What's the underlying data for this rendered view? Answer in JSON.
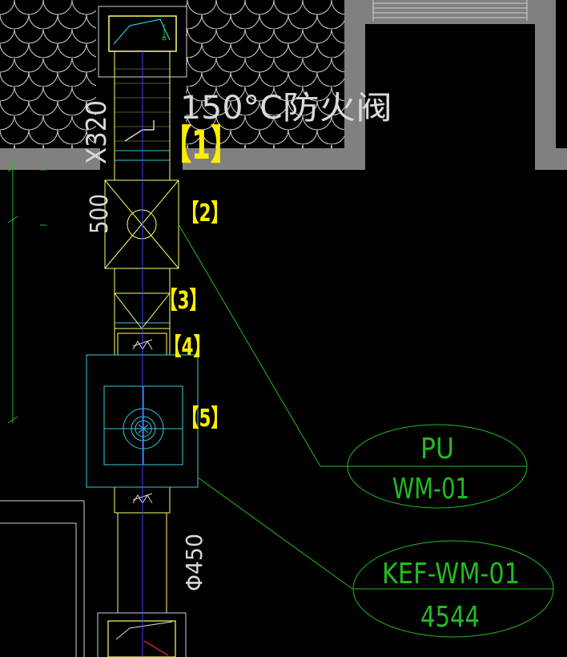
{
  "drawing": {
    "annotations": {
      "fire_damper": "150°C防火阀",
      "duct_size": "X320",
      "duct_width": "500",
      "round_duct": "Φ450"
    },
    "markers": [
      "【1】",
      "【2】",
      "【3】",
      "【4】",
      "【5】"
    ],
    "tags": [
      {
        "top": "PU",
        "bottom": "WM-01"
      },
      {
        "top": "KEF-WM-01",
        "bottom": "4544"
      }
    ],
    "colors": {
      "background": "#000000",
      "wall": "#808080",
      "duct": "#ffff66",
      "fan": "#33ccdd",
      "leader": "#22bb22",
      "centerline": "#3344ff",
      "marker": "#ffee00",
      "annotation_text": "#d9d9d9"
    }
  }
}
